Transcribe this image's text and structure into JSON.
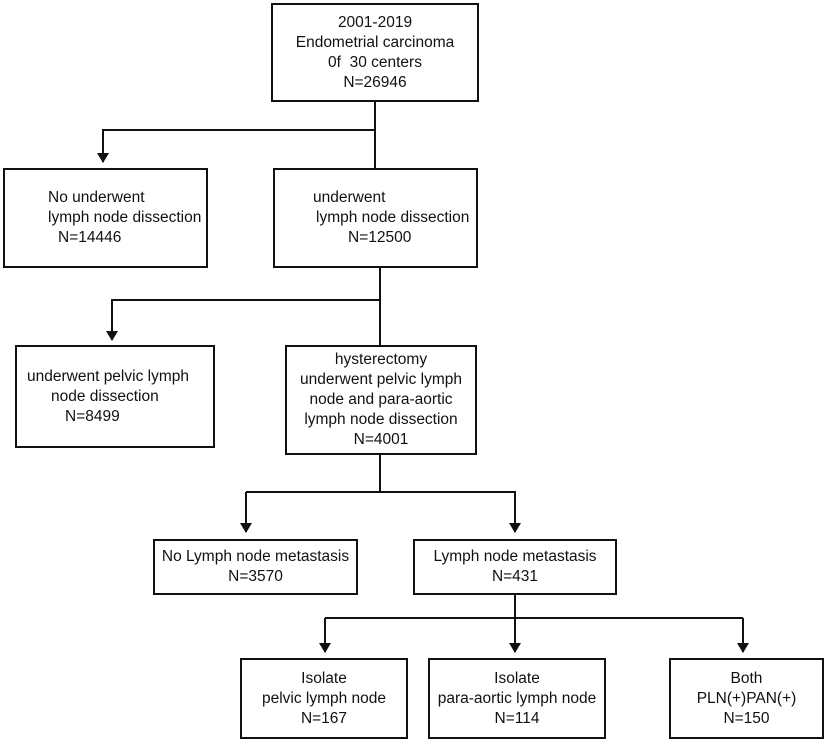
{
  "nodes": {
    "total": {
      "lines": [
        "2001-2019",
        "Endometrial carcinoma",
        "0f  30 centers",
        "N=26946"
      ]
    },
    "no_dissection": {
      "lines": [
        "No underwent",
        "lymph node dissection",
        "N=14446"
      ]
    },
    "dissection": {
      "lines": [
        "underwent",
        "lymph node dissection",
        "N=12500"
      ]
    },
    "pelvic_only": {
      "lines": [
        "underwent pelvic lymph",
        "node dissection",
        "N=8499"
      ]
    },
    "pelvic_paraaortic": {
      "lines": [
        "hysterectomy",
        "underwent pelvic lymph",
        "node and para-aortic",
        "lymph node dissection",
        "N=4001"
      ]
    },
    "no_metastasis": {
      "lines": [
        "No Lymph node metastasis",
        "N=3570"
      ]
    },
    "metastasis": {
      "lines": [
        "Lymph node metastasis",
        "N=431"
      ]
    },
    "isolate_pelvic": {
      "lines": [
        "Isolate",
        "pelvic lymph node",
        "N=167"
      ]
    },
    "isolate_paraaortic": {
      "lines": [
        "Isolate",
        "para-aortic lymph node",
        "N=114"
      ]
    },
    "both": {
      "lines": [
        "Both",
        "PLN(+)PAN(+)",
        "N=150"
      ]
    }
  }
}
